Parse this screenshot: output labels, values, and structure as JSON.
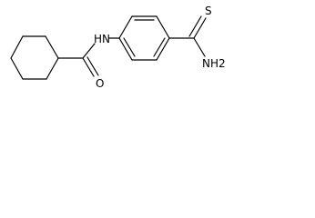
{
  "atoms": {
    "amide_nh": "HN",
    "amide_o": "O",
    "thio_s": "S",
    "thio_nh2": "NH2"
  },
  "colors": {
    "bond": "#000000",
    "text": "#000000",
    "background": "#ffffff"
  }
}
